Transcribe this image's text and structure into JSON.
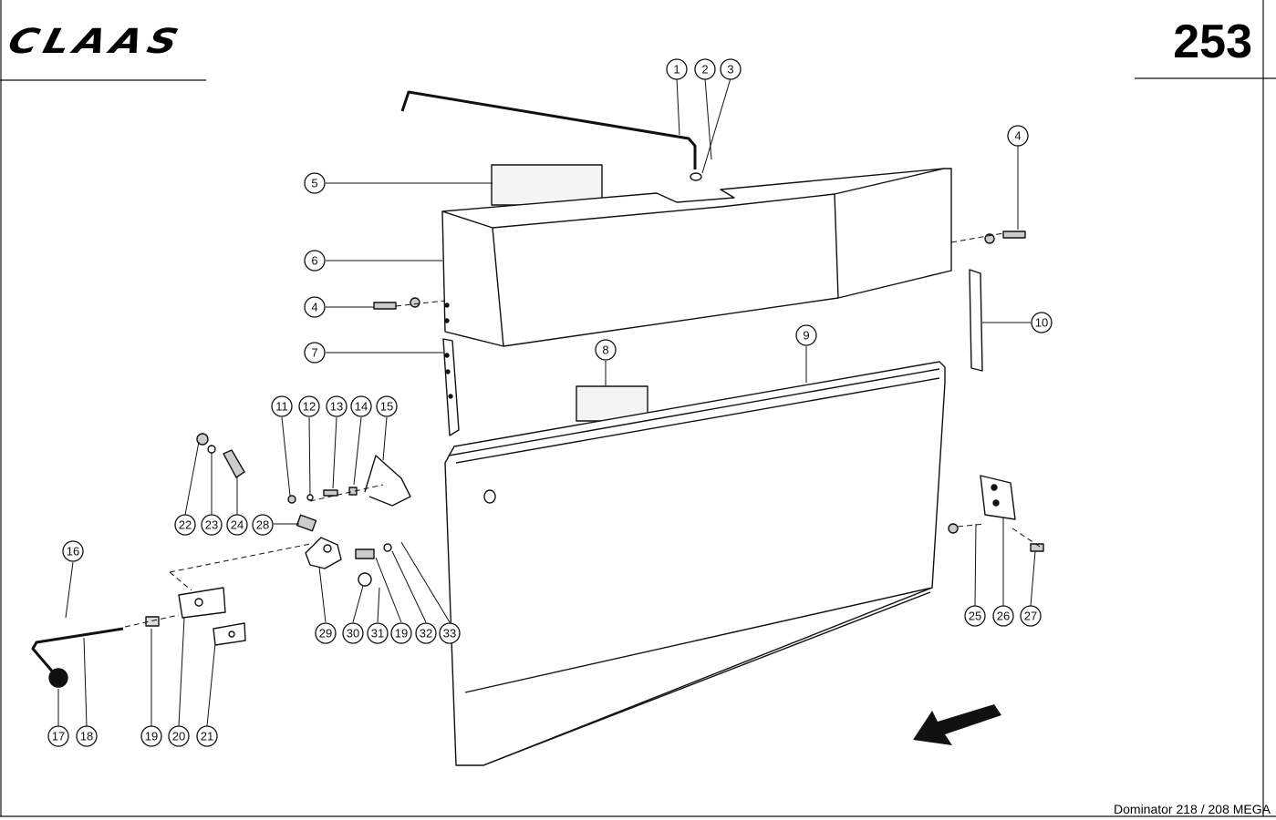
{
  "header": {
    "brand": "CLAAS",
    "page_number": "253"
  },
  "footer": {
    "model": "Dominator 218 / 208 MEGA"
  },
  "callouts": [
    {
      "id": "c1",
      "label": "1"
    },
    {
      "id": "c2",
      "label": "2"
    },
    {
      "id": "c3",
      "label": "3"
    },
    {
      "id": "c4a",
      "label": "4"
    },
    {
      "id": "c4b",
      "label": "4"
    },
    {
      "id": "c5",
      "label": "5"
    },
    {
      "id": "c6",
      "label": "6"
    },
    {
      "id": "c7",
      "label": "7"
    },
    {
      "id": "c8",
      "label": "8"
    },
    {
      "id": "c9",
      "label": "9"
    },
    {
      "id": "c10",
      "label": "10"
    },
    {
      "id": "c11",
      "label": "11"
    },
    {
      "id": "c12",
      "label": "12"
    },
    {
      "id": "c13",
      "label": "13"
    },
    {
      "id": "c14",
      "label": "14"
    },
    {
      "id": "c15",
      "label": "15"
    },
    {
      "id": "c16",
      "label": "16"
    },
    {
      "id": "c17",
      "label": "17"
    },
    {
      "id": "c18",
      "label": "18"
    },
    {
      "id": "c19a",
      "label": "19"
    },
    {
      "id": "c19b",
      "label": "19"
    },
    {
      "id": "c20",
      "label": "20"
    },
    {
      "id": "c21",
      "label": "21"
    },
    {
      "id": "c22",
      "label": "22"
    },
    {
      "id": "c23",
      "label": "23"
    },
    {
      "id": "c24",
      "label": "24"
    },
    {
      "id": "c25",
      "label": "25"
    },
    {
      "id": "c26",
      "label": "26"
    },
    {
      "id": "c27",
      "label": "27"
    },
    {
      "id": "c28",
      "label": "28"
    },
    {
      "id": "c29",
      "label": "29"
    },
    {
      "id": "c30",
      "label": "30"
    },
    {
      "id": "c31",
      "label": "31"
    },
    {
      "id": "c32",
      "label": "32"
    },
    {
      "id": "c33",
      "label": "33"
    }
  ],
  "colors": {
    "ink": "#111111",
    "background": "#ffffff",
    "shade": "#f2f2f2"
  }
}
